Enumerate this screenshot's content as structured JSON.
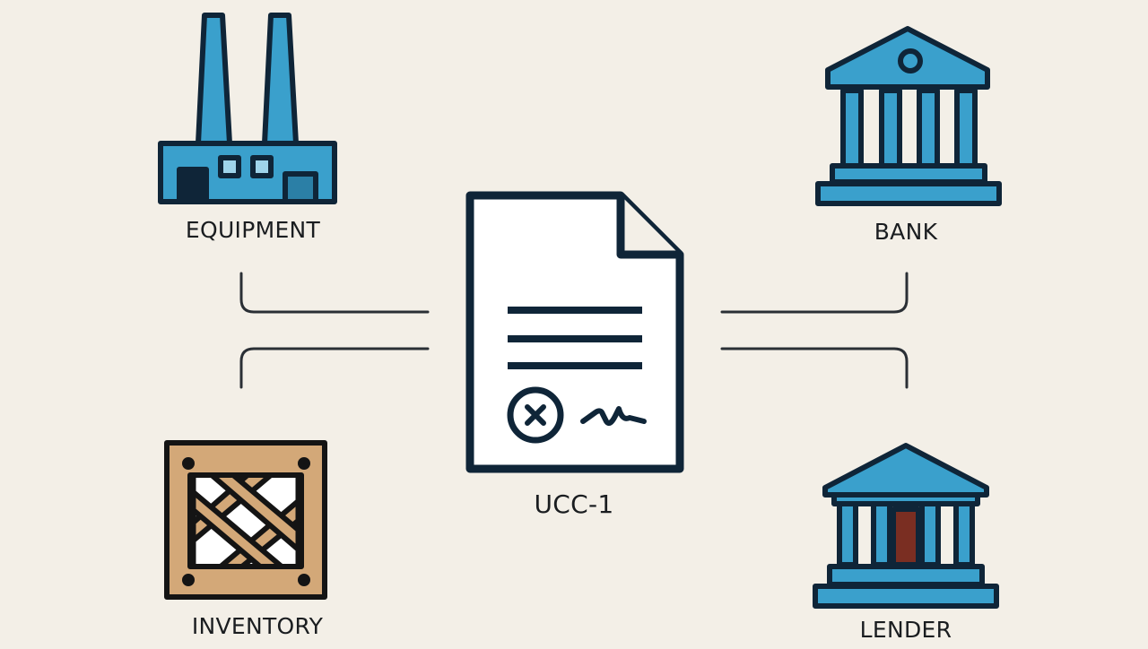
{
  "labels": {
    "equipment": "EQUIPMENT",
    "bank": "BANK",
    "ucc": "UCC-1",
    "inventory": "INVENTORY",
    "lender": "LENDER"
  },
  "icons": {
    "equipment": "factory-icon",
    "bank": "bank-building-icon",
    "document": "ucc-document-icon",
    "inventory": "wooden-crate-icon",
    "lender": "lender-building-icon"
  },
  "colors": {
    "background": "#f3efe7",
    "outline": "#0f2538",
    "accent_blue": "#3aa0cc",
    "crate_wood": "#d3a878",
    "door_red": "#7a2e22"
  }
}
